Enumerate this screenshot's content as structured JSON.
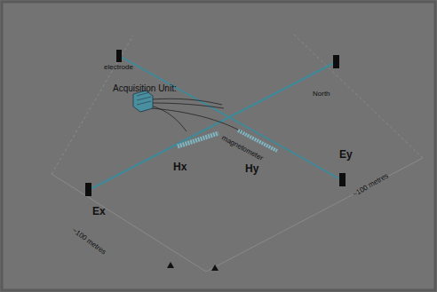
{
  "diagram": {
    "labels": [
      "electrode",
      "Acquisition Unit:",
      "North",
      "magnetometer",
      "Ex",
      "Hx",
      "Hy",
      "Ey",
      "~100 metres",
      "~100 metres"
    ]
  }
}
